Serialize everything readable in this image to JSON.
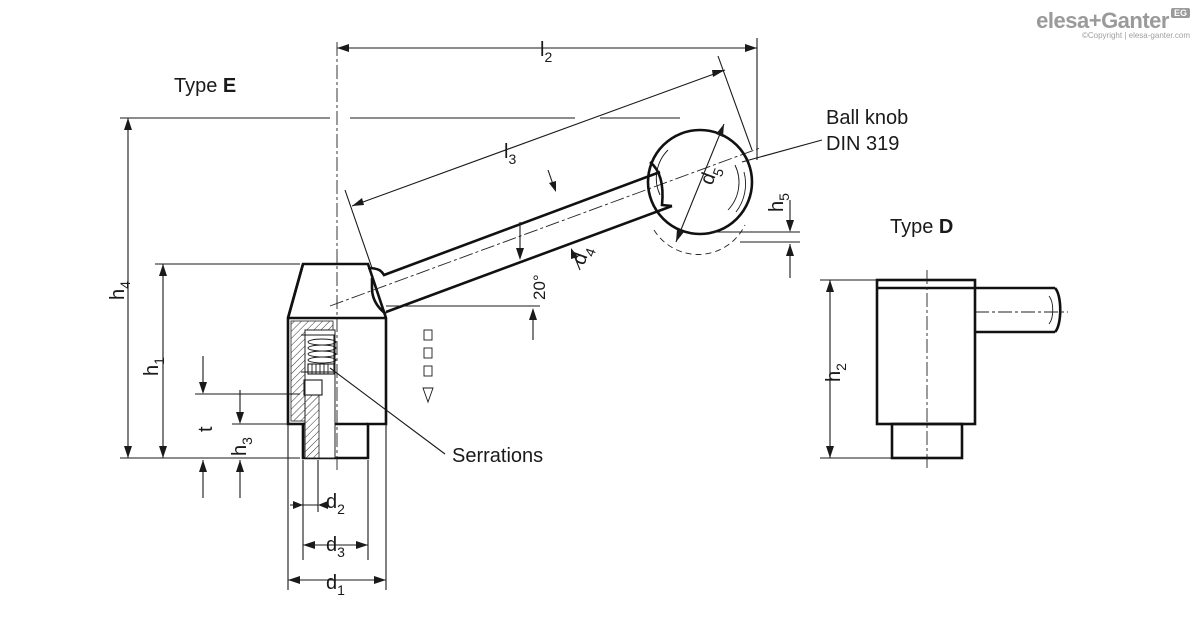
{
  "logo": {
    "brand": "elesa+Ganter",
    "badge": "EG",
    "copyright": "©Copyright | elesa-ganter.com"
  },
  "labels": {
    "type_e_prefix": "Type ",
    "type_e_letter": "E",
    "type_d_prefix": "Type ",
    "type_d_letter": "D",
    "ball_knob_line1": "Ball knob",
    "ball_knob_line2": "DIN 319",
    "serrations": "Serrations",
    "angle": "20°"
  },
  "dimensions": {
    "l2": {
      "base": "l",
      "sub": "2"
    },
    "l3": {
      "base": "l",
      "sub": "3"
    },
    "d5": {
      "base": "d",
      "sub": "5"
    },
    "h5": {
      "base": "h",
      "sub": "5"
    },
    "d4": {
      "base": "d",
      "sub": "4"
    },
    "h4": {
      "base": "h",
      "sub": "4"
    },
    "h1": {
      "base": "h",
      "sub": "1"
    },
    "t": {
      "base": "t",
      "sub": ""
    },
    "h3": {
      "base": "h",
      "sub": "3"
    },
    "d2": {
      "base": "d",
      "sub": "2"
    },
    "d3": {
      "base": "d",
      "sub": "3"
    },
    "d1": {
      "base": "d",
      "sub": "1"
    },
    "h2": {
      "base": "h",
      "sub": "2"
    }
  }
}
